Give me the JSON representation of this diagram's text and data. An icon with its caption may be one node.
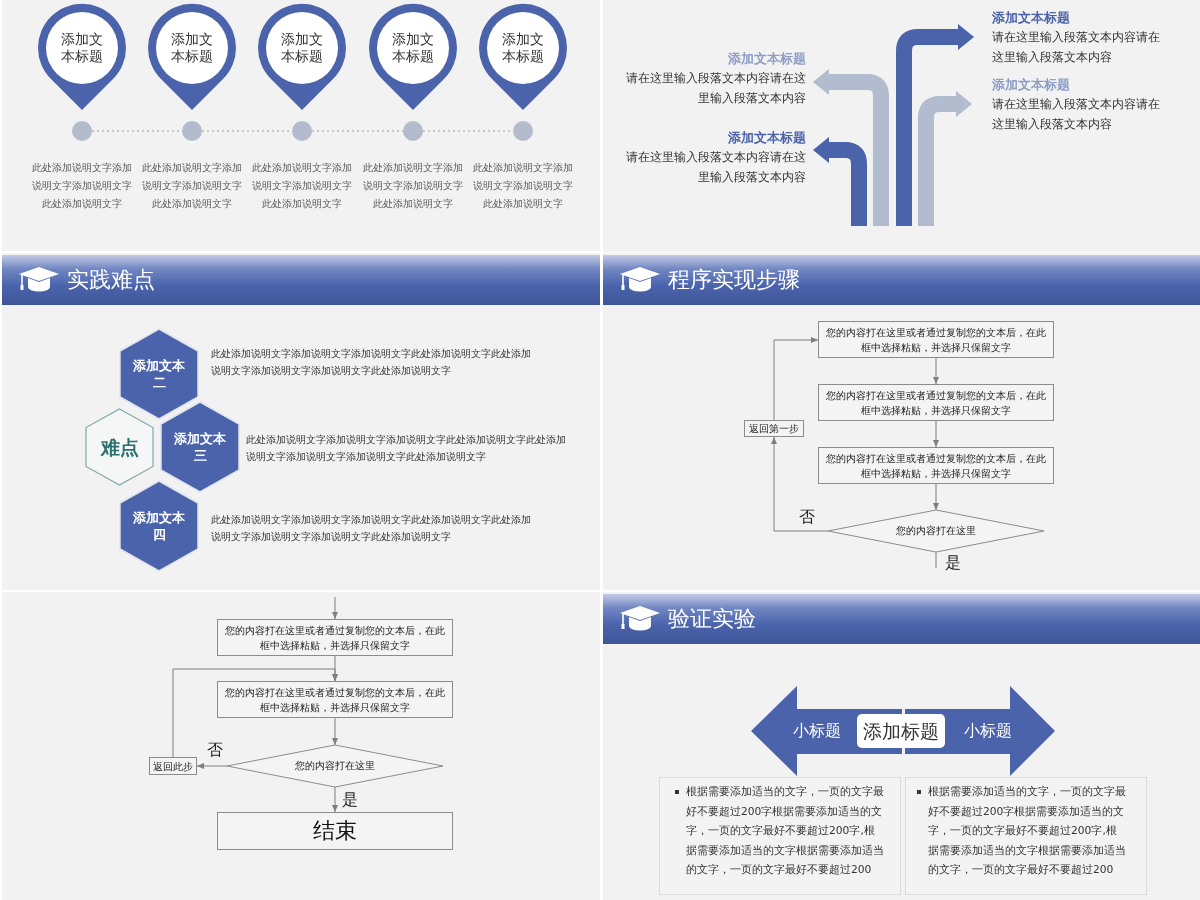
{
  "diagram": {
    "nodes": [
      {
        "text": [
          "添加文本标题"
        ]
      },
      {
        "text": [
          "添加文本标题"
        ]
      },
      {
        "text": [
          "添加文本标题"
        ]
      },
      {
        "text": [
          "添加文本标题"
        ]
      },
      {
        "text": [
          "添加文本标题"
        ]
      },
      {
        "text": [],
        "shape": "circle",
        "beside": [
          "此处添加说明文字添加说明文字添加说明文字此处添加说明文字"
        ]
      },
      {
        "text": [],
        "shape": "circle",
        "beside": [
          "此处添加说明文字添加说明文字添加说明文字此处添加说明文字"
        ]
      },
      {
        "text": [],
        "shape": "circle",
        "beside": [
          "此处添加说明文字添加说明文字添加说明文字此处添加说明文字"
        ]
      },
      {
        "text": [],
        "shape": "circle",
        "beside": [
          "此处添加说明文字添加说明文字添加说明文字此处添加说明文字"
        ]
      },
      {
        "text": [],
        "shape": "circle",
        "beside": [
          "此处添加说明文字添加说明文字添加说明文字此处添加说明文字"
        ]
      },
      {
        "text": [
          "添加文本标题",
          "请在这里输入段落文本内容请在这里输入段落文本内容"
        ]
      },
      {
        "text": [
          "添加文本标题",
          "请在这里输入段落文本内容请在这里输入段落文本内容"
        ]
      },
      {
        "text": [
          "添加文本标题",
          "请在这里输入段落文本内容请在这里输入段落文本内容"
        ]
      },
      {
        "text": [
          "添加文本标题",
          "请在这里输入段落文本内容请在这里输入段落文本内容"
        ]
      },
      {
        "text": [
          "实践难点"
        ]
      },
      {
        "text": [
          "添加文本二"
        ],
        "beside": [
          "此处添加说明文字添加说明文字添加说明文字此处添加说明文字此处添加说明文字添加说明文字添加说明文字此处添加说明文字"
        ]
      },
      {
        "text": [
          "难点"
        ]
      },
      {
        "text": [
          "添加文本三"
        ],
        "beside": [
          "此处添加说明文字添加说明文字添加说明文字此处添加说明文字此处添加说明文字添加说明文字添加说明文字此处添加说明文字"
        ]
      },
      {
        "text": [
          "添加文本四"
        ],
        "beside": [
          "此处添加说明文字添加说明文字添加说明文字此处添加说明文字此处添加说明文字添加说明文字添加说明文字此处添加说明文字"
        ]
      },
      {
        "text": [
          "程序实现步骤"
        ]
      },
      {
        "text": [
          "您的内容打在这里或者通过复制您的文本后，在此框中选择粘贴，并选择只保留文字"
        ]
      },
      {
        "text": [
          "您的内容打在这里或者通过复制您的文本后，在此框中选择粘贴，并选择只保留文字"
        ]
      },
      {
        "text": [
          "您的内容打在这里或者通过复制您的文本后，在此框中选择粘贴，并选择只保留文字"
        ]
      },
      {
        "text": [
          "您的内容打在这里"
        ]
      },
      {
        "text": [
          "返回第一步"
        ]
      },
      {
        "text": [
          "您的内容打在这里或者通过复制您的文本后，在此框中选择粘贴，并选择只保留文字"
        ]
      },
      {
        "text": [
          "您的内容打在这里或者通过复制您的文本后，在此框中选择粘贴，并选择只保留文字"
        ]
      },
      {
        "text": [
          "您的内容打在这里"
        ]
      },
      {
        "text": [
          "返回此步"
        ]
      },
      {
        "text": [
          "结束"
        ]
      },
      {
        "text": [
          "验证实验"
        ]
      },
      {
        "text": [
          "小标题"
        ]
      },
      {
        "text": [
          "添加标题"
        ]
      },
      {
        "text": [
          "小标题"
        ]
      },
      {
        "text": [
          "根据需要添加适当的文字，一页的文字最好不要超过200字根据需要添加适当的文字，一页的文字最好不要超过200字,根据需要添加适当的文字根据需要添加适当的文字，一页的文字最好不要超过200"
        ]
      },
      {
        "text": [
          "根据需要添加适当的文字，一页的文字最好不要超过200字根据需要添加适当的文字，一页的文字最好不要超过200字,根据需要添加适当的文字根据需要添加适当的文字，一页的文字最好不要超过200"
        ]
      }
    ],
    "edges": [
      {
        "from": 5,
        "to": 6,
        "arrow": "none",
        "style": "dashed"
      },
      {
        "from": 6,
        "to": 7,
        "arrow": "none",
        "style": "dashed"
      },
      {
        "from": 7,
        "to": 8,
        "arrow": "none",
        "style": "dashed"
      },
      {
        "from": 8,
        "to": 9,
        "arrow": "none",
        "style": "dashed"
      },
      {
        "from": null,
        "to": 10,
        "arrow": "to",
        "style": "thick",
        "color": "#4a63ab"
      },
      {
        "from": null,
        "to": 11,
        "arrow": "to",
        "style": "thick",
        "color": "#b1bccf"
      },
      {
        "from": null,
        "to": 12,
        "arrow": "to",
        "style": "thick",
        "color": "#b1bccf"
      },
      {
        "from": null,
        "to": 13,
        "arrow": "to",
        "style": "thick",
        "color": "#4a63ab"
      },
      {
        "from": 20,
        "to": 21,
        "arrow": "to"
      },
      {
        "from": 21,
        "to": 22,
        "arrow": "to"
      },
      {
        "from": 22,
        "to": 23,
        "arrow": "to"
      },
      {
        "from": 23,
        "to": 24,
        "arrow": "to",
        "label": "否"
      },
      {
        "from": 24,
        "to": 20,
        "arrow": "to"
      },
      {
        "from": 23,
        "to": null,
        "arrow": "none",
        "label": "是"
      },
      {
        "from": null,
        "to": 25,
        "arrow": "to"
      },
      {
        "from": 25,
        "to": 26,
        "arrow": "to"
      },
      {
        "from": 26,
        "to": 27,
        "arrow": "to"
      },
      {
        "from": 27,
        "to": 28,
        "arrow": "to",
        "label": "否"
      },
      {
        "from": 28,
        "to": 26,
        "arrow": "to"
      },
      {
        "from": 27,
        "to": 29,
        "arrow": "to",
        "label": "是"
      }
    ]
  }
}
